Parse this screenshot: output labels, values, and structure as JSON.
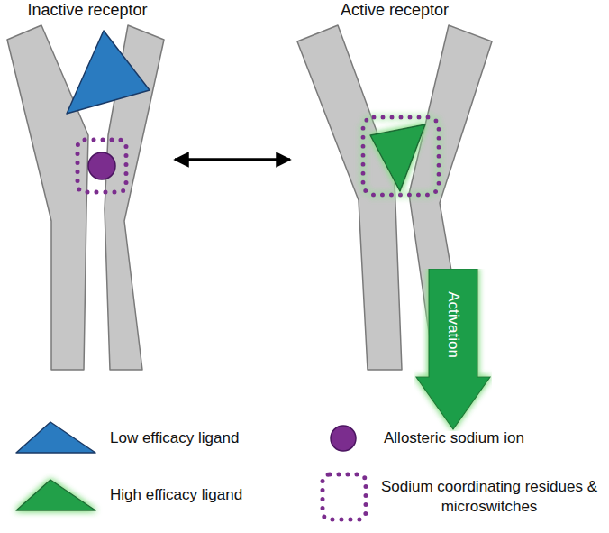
{
  "diagram": {
    "nodes": [
      {
        "text": [
          "Inactive receptor"
        ]
      },
      {
        "text": [
          "Active receptor"
        ]
      },
      {
        "text": [
          "Activation"
        ]
      }
    ],
    "edges": [
      {
        "from": 0,
        "to": 1,
        "arrow": "both"
      }
    ],
    "legend": [
      {
        "text": "Low efficacy ligand"
      },
      {
        "text": "Allosteric sodium ion"
      },
      {
        "text": "High efficacy ligand"
      },
      {
        "text": "Sodium coordinating residues & microswitches"
      }
    ]
  }
}
